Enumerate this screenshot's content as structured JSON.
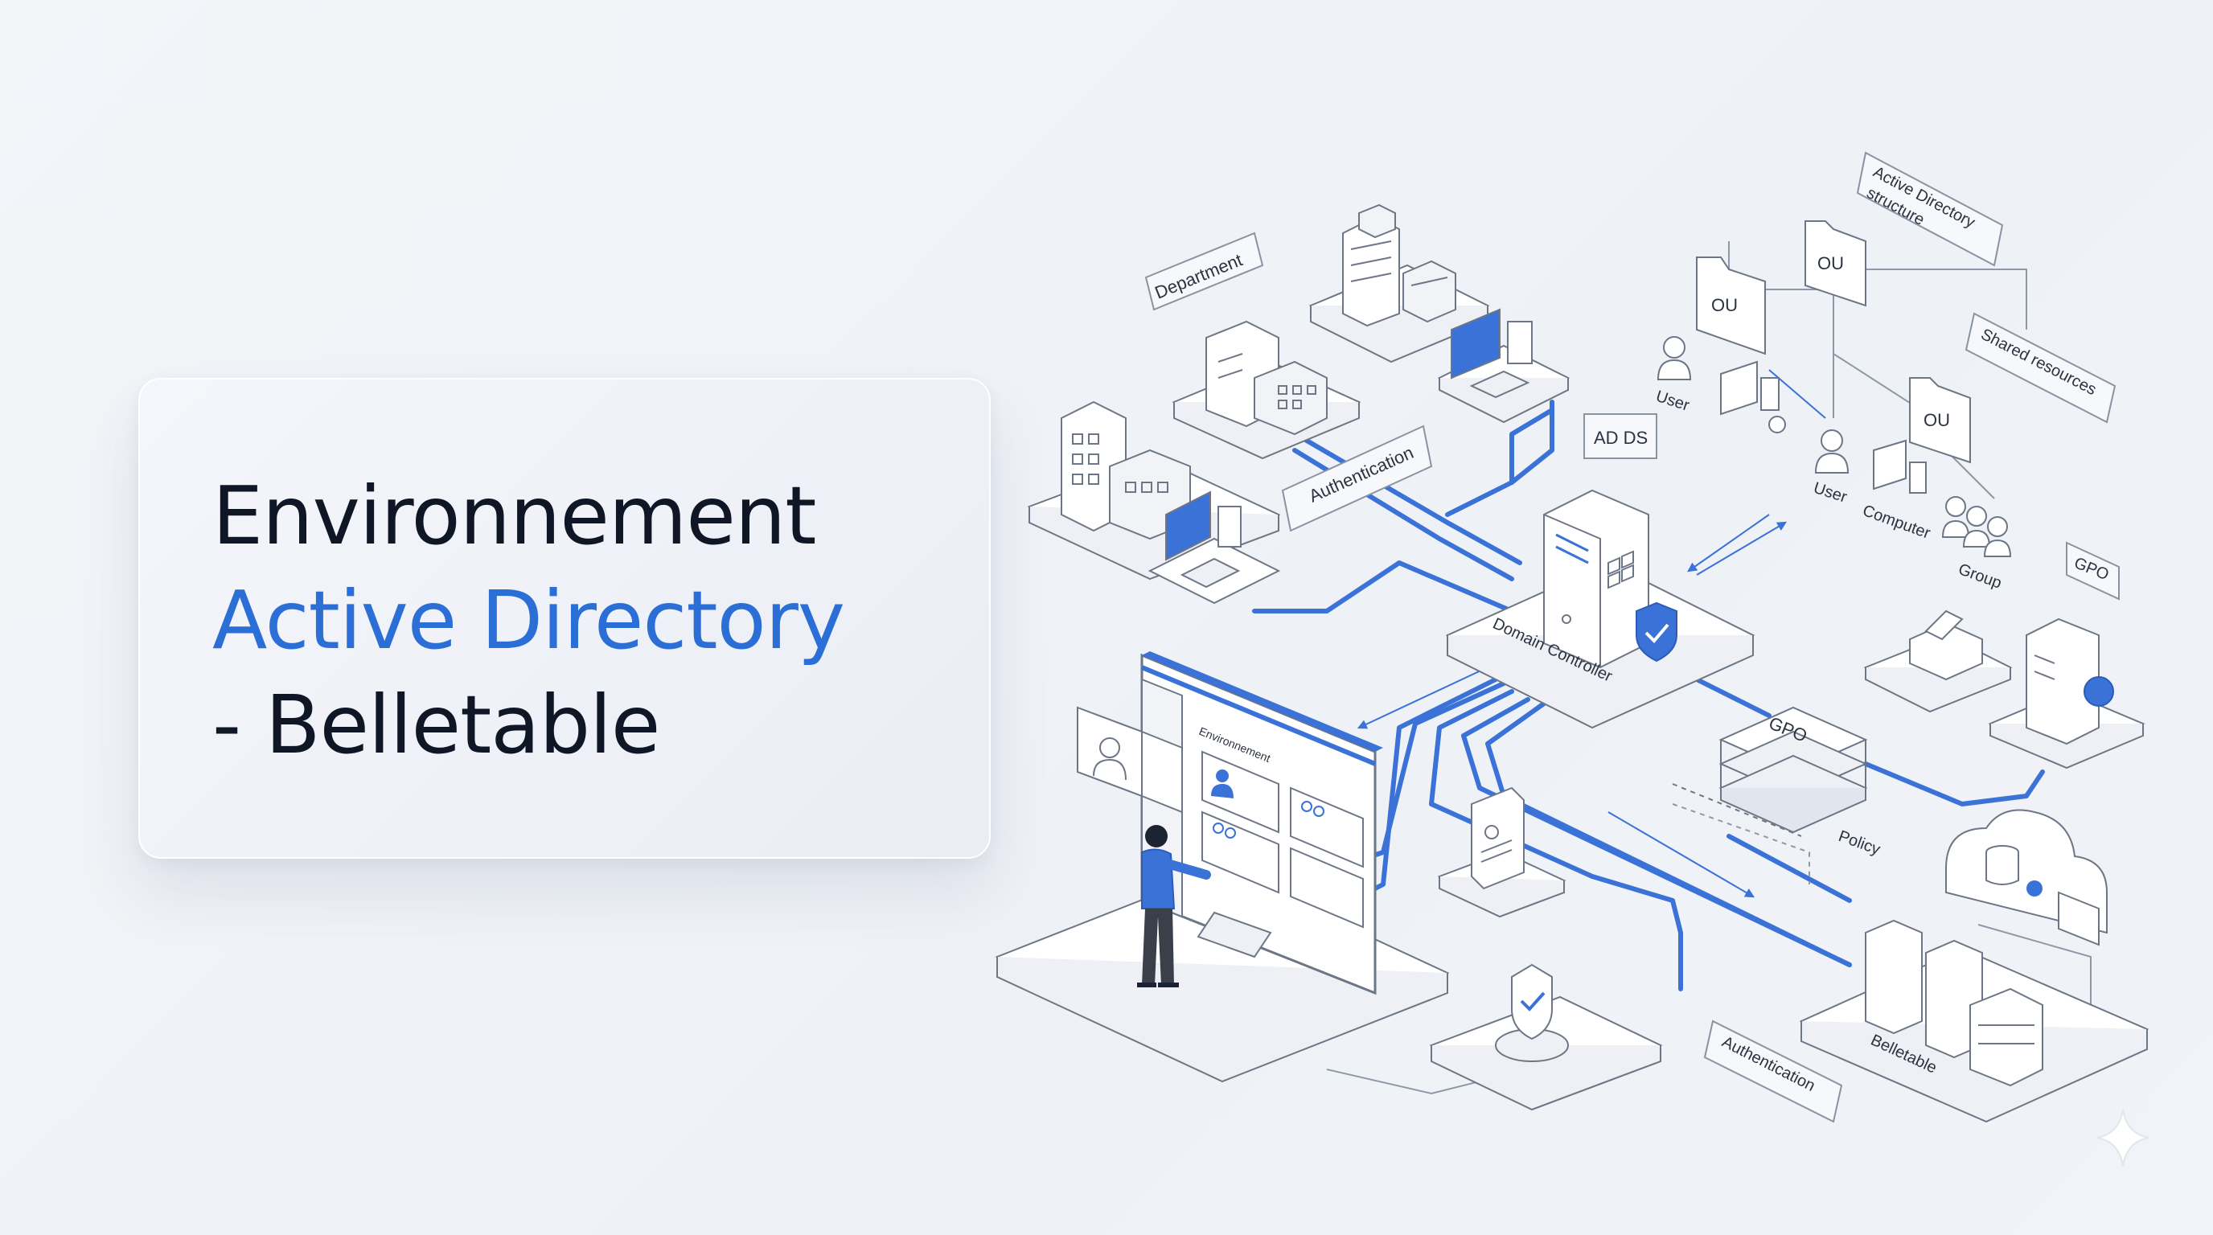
{
  "title": {
    "line1": "Environnement",
    "line2": "Active Directory",
    "line3": "- Belletable"
  },
  "labels": {
    "department": "Department",
    "authentication_top": "Authentication",
    "ad_ds": "AD DS",
    "domain_controller": "Domain Controller",
    "ad_structure_1": "Active Directory",
    "ad_structure_2": "structure",
    "shared_resources": "Shared resources",
    "ou_1": "OU",
    "ou_2": "OU",
    "ou_3": "OU",
    "user_1": "User",
    "user_2": "User",
    "computer": "Computer",
    "group": "Group",
    "gpo_tag": "GPO",
    "gpo_block": "GPO",
    "policy": "Policy",
    "authentication_bottom": "Authentication",
    "belletable": "Belletable",
    "screen_header": "Environnement"
  },
  "colors": {
    "accent": "#2b6fd6",
    "line": "#3a72d8",
    "text": "#0f1626",
    "stroke": "#6d7686"
  },
  "icons": [
    "buildings-icon",
    "server-icon",
    "desktop-icon",
    "folder-icon",
    "user-icon",
    "group-icon",
    "printer-icon",
    "shield-check-icon",
    "cloud-database-icon",
    "document-icon",
    "windows-logo-icon",
    "person-icon"
  ]
}
